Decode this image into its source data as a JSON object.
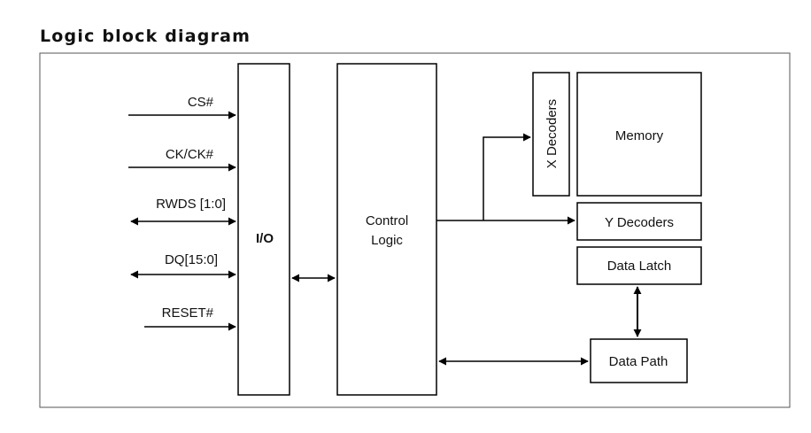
{
  "title": "Logic block diagram",
  "signals": {
    "cs": "CS#",
    "ck": "CK/CK#",
    "rwds": "RWDS [1:0]",
    "dq": "DQ[15:0]",
    "reset": "RESET#"
  },
  "blocks": {
    "io": "I/O",
    "control_logic_line1": "Control",
    "control_logic_line2": "Logic",
    "x_decoders": "X Decoders",
    "memory": "Memory",
    "y_decoders": "Y Decoders",
    "data_latch": "Data Latch",
    "data_path": "Data Path"
  }
}
